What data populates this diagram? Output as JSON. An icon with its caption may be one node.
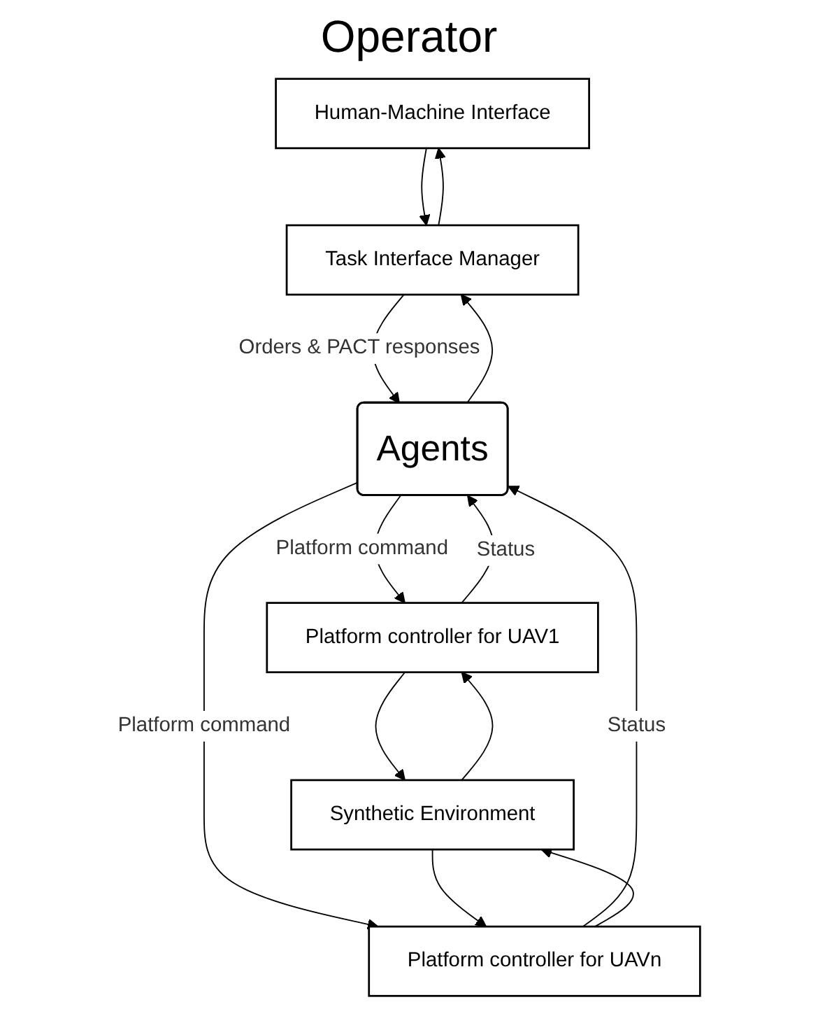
{
  "diagram": {
    "title": "Operator",
    "nodes": [
      {
        "text": [
          "Human-Machine Interface"
        ]
      },
      {
        "text": [
          "Task Interface Manager"
        ]
      },
      {
        "text": [
          "Agents"
        ]
      },
      {
        "text": [
          "Platform controller for UAV1"
        ]
      },
      {
        "text": [
          "Platform controller for UAVn"
        ]
      },
      {
        "text": [
          "Synthetic Environment"
        ]
      }
    ],
    "edges": [
      {
        "from": 0,
        "to": 1,
        "arrow": "to"
      },
      {
        "from": 1,
        "to": 0,
        "arrow": "to"
      },
      {
        "from": 1,
        "to": 2,
        "arrow": "to",
        "label": "Orders & PACT responses"
      },
      {
        "from": 2,
        "to": 1,
        "arrow": "to"
      },
      {
        "from": 2,
        "to": 3,
        "arrow": "to",
        "label": "Platform command"
      },
      {
        "from": 3,
        "to": 2,
        "arrow": "to",
        "label": "Status"
      },
      {
        "from": 2,
        "to": 4,
        "arrow": "to",
        "label": "Platform command"
      },
      {
        "from": 4,
        "to": 2,
        "arrow": "to",
        "label": "Status"
      },
      {
        "from": 3,
        "to": 5,
        "arrow": "to"
      },
      {
        "from": 5,
        "to": 3,
        "arrow": "to"
      },
      {
        "from": 4,
        "to": 5,
        "arrow": "to"
      },
      {
        "from": 5,
        "to": 4,
        "arrow": "to"
      }
    ]
  }
}
